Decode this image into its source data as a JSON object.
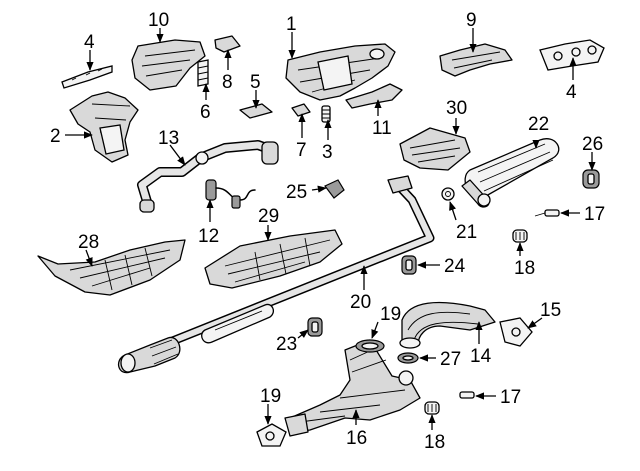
{
  "callouts": [
    {
      "id": "c1",
      "label": "1"
    },
    {
      "id": "c2",
      "label": "2"
    },
    {
      "id": "c3",
      "label": "3"
    },
    {
      "id": "c4a",
      "label": "4"
    },
    {
      "id": "c4b",
      "label": "4"
    },
    {
      "id": "c5",
      "label": "5"
    },
    {
      "id": "c6",
      "label": "6"
    },
    {
      "id": "c7",
      "label": "7"
    },
    {
      "id": "c8",
      "label": "8"
    },
    {
      "id": "c9",
      "label": "9"
    },
    {
      "id": "c10",
      "label": "10"
    },
    {
      "id": "c11",
      "label": "11"
    },
    {
      "id": "c12",
      "label": "12"
    },
    {
      "id": "c13",
      "label": "13"
    },
    {
      "id": "c14",
      "label": "14"
    },
    {
      "id": "c15",
      "label": "15"
    },
    {
      "id": "c16",
      "label": "16"
    },
    {
      "id": "c17a",
      "label": "17"
    },
    {
      "id": "c17b",
      "label": "17"
    },
    {
      "id": "c18a",
      "label": "18"
    },
    {
      "id": "c18b",
      "label": "18"
    },
    {
      "id": "c19a",
      "label": "19"
    },
    {
      "id": "c19b",
      "label": "19"
    },
    {
      "id": "c20",
      "label": "20"
    },
    {
      "id": "c21",
      "label": "21"
    },
    {
      "id": "c22",
      "label": "22"
    },
    {
      "id": "c23",
      "label": "23"
    },
    {
      "id": "c24",
      "label": "24"
    },
    {
      "id": "c25",
      "label": "25"
    },
    {
      "id": "c26",
      "label": "26"
    },
    {
      "id": "c27",
      "label": "27"
    },
    {
      "id": "c28",
      "label": "28"
    },
    {
      "id": "c29",
      "label": "29"
    },
    {
      "id": "c30",
      "label": "30"
    }
  ]
}
